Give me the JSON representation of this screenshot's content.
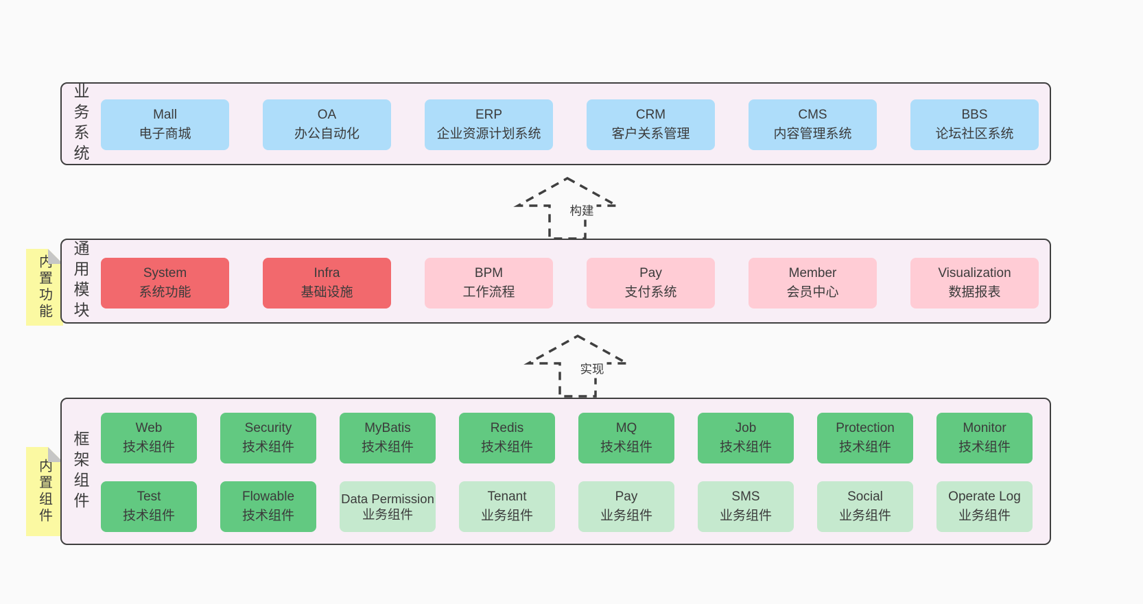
{
  "colors": {
    "page_bg": "#fafafa",
    "container_bg": "#f8eef6",
    "container_border": "#3f3f3f",
    "blue_box": "#aeddfa",
    "red_box": "#f2696d",
    "pink_box": "#ffccd5",
    "green_box": "#62c981",
    "light_green_box": "#c5e9ce",
    "note_yellow": "#fbf9a2",
    "note_fold_gray": "#c6c6c6",
    "text": "#3b3b3b"
  },
  "arrows": [
    {
      "label": "构建"
    },
    {
      "label": "实现"
    }
  ],
  "tiers": {
    "business": {
      "label": "业务系统",
      "boxes": [
        {
          "name": "Mall",
          "desc": "电子商城"
        },
        {
          "name": "OA",
          "desc": "办公自动化"
        },
        {
          "name": "ERP",
          "desc": "企业资源计划系统"
        },
        {
          "name": "CRM",
          "desc": "客户关系管理"
        },
        {
          "name": "CMS",
          "desc": "内容管理系统"
        },
        {
          "name": "BBS",
          "desc": "论坛社区系统"
        }
      ]
    },
    "modules": {
      "label": "通用模块",
      "note": "内置功能",
      "boxes": [
        {
          "name": "System",
          "desc": "系统功能"
        },
        {
          "name": "Infra",
          "desc": "基础设施"
        },
        {
          "name": "BPM",
          "desc": "工作流程"
        },
        {
          "name": "Pay",
          "desc": "支付系统"
        },
        {
          "name": "Member",
          "desc": "会员中心"
        },
        {
          "name": "Visualization",
          "desc": "数据报表"
        }
      ]
    },
    "framework": {
      "label": "框架组件",
      "note": "内置组件",
      "row1": [
        {
          "name": "Web",
          "desc": "技术组件"
        },
        {
          "name": "Security",
          "desc": "技术组件"
        },
        {
          "name": "MyBatis",
          "desc": "技术组件"
        },
        {
          "name": "Redis",
          "desc": "技术组件"
        },
        {
          "name": "MQ",
          "desc": "技术组件"
        },
        {
          "name": "Job",
          "desc": "技术组件"
        },
        {
          "name": "Protection",
          "desc": "技术组件"
        },
        {
          "name": "Monitor",
          "desc": "技术组件"
        }
      ],
      "row2": [
        {
          "name": "Test",
          "desc": "技术组件"
        },
        {
          "name": "Flowable",
          "desc": "技术组件"
        },
        {
          "name": "Data Permission",
          "desc": "业务组件"
        },
        {
          "name": "Tenant",
          "desc": "业务组件"
        },
        {
          "name": "Pay",
          "desc": "业务组件"
        },
        {
          "name": "SMS",
          "desc": "业务组件"
        },
        {
          "name": "Social",
          "desc": "业务组件"
        },
        {
          "name": "Operate Log",
          "desc": "业务组件"
        }
      ]
    }
  }
}
